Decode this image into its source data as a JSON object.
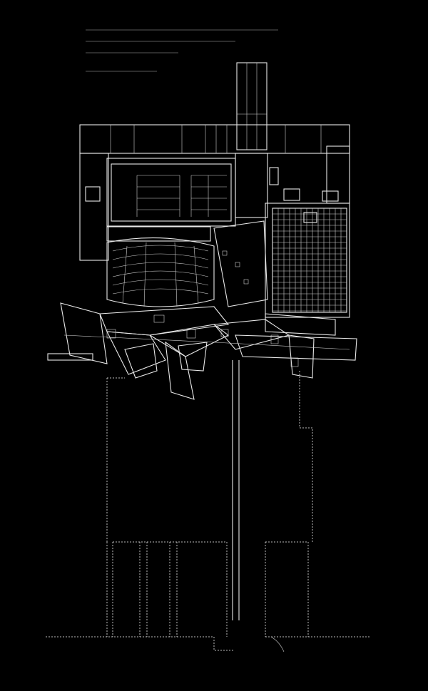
{
  "image": {
    "background_color": "#000000",
    "line_color": "#e8e8e8",
    "dashed_line_color": "#bdbdbd",
    "ghost_text_color": "#3a3a3a"
  },
  "rooms": [
    {
      "name": "upper-stage-room"
    },
    {
      "name": "auditorium-seating"
    },
    {
      "name": "grid-hall"
    },
    {
      "name": "vertical-tower"
    },
    {
      "name": "south-dashed-courtyard"
    }
  ]
}
